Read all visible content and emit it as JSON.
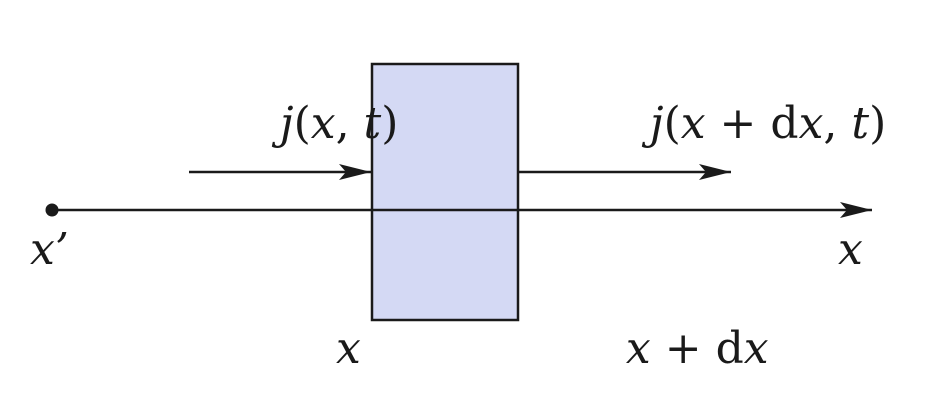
{
  "diagram": {
    "colors": {
      "stroke": "#1a1a1a",
      "box_fill": "#d4d9f4",
      "background": "#ffffff"
    },
    "labels": {
      "origin": "x’",
      "axis": "x",
      "flux_in": {
        "j": "j",
        "open": "(",
        "x": "x",
        "comma": ", ",
        "t": "t",
        "close": ")"
      },
      "flux_out": {
        "j": "j",
        "open": "(",
        "x": "x",
        "plus": " + ",
        "d": "d",
        "x2": "x",
        "comma": ", ",
        "t": "t",
        "close": ")"
      },
      "left_edge": "x",
      "right_edge": {
        "x": "x",
        "plus": " + ",
        "d": "d",
        "x2": "x"
      }
    }
  }
}
